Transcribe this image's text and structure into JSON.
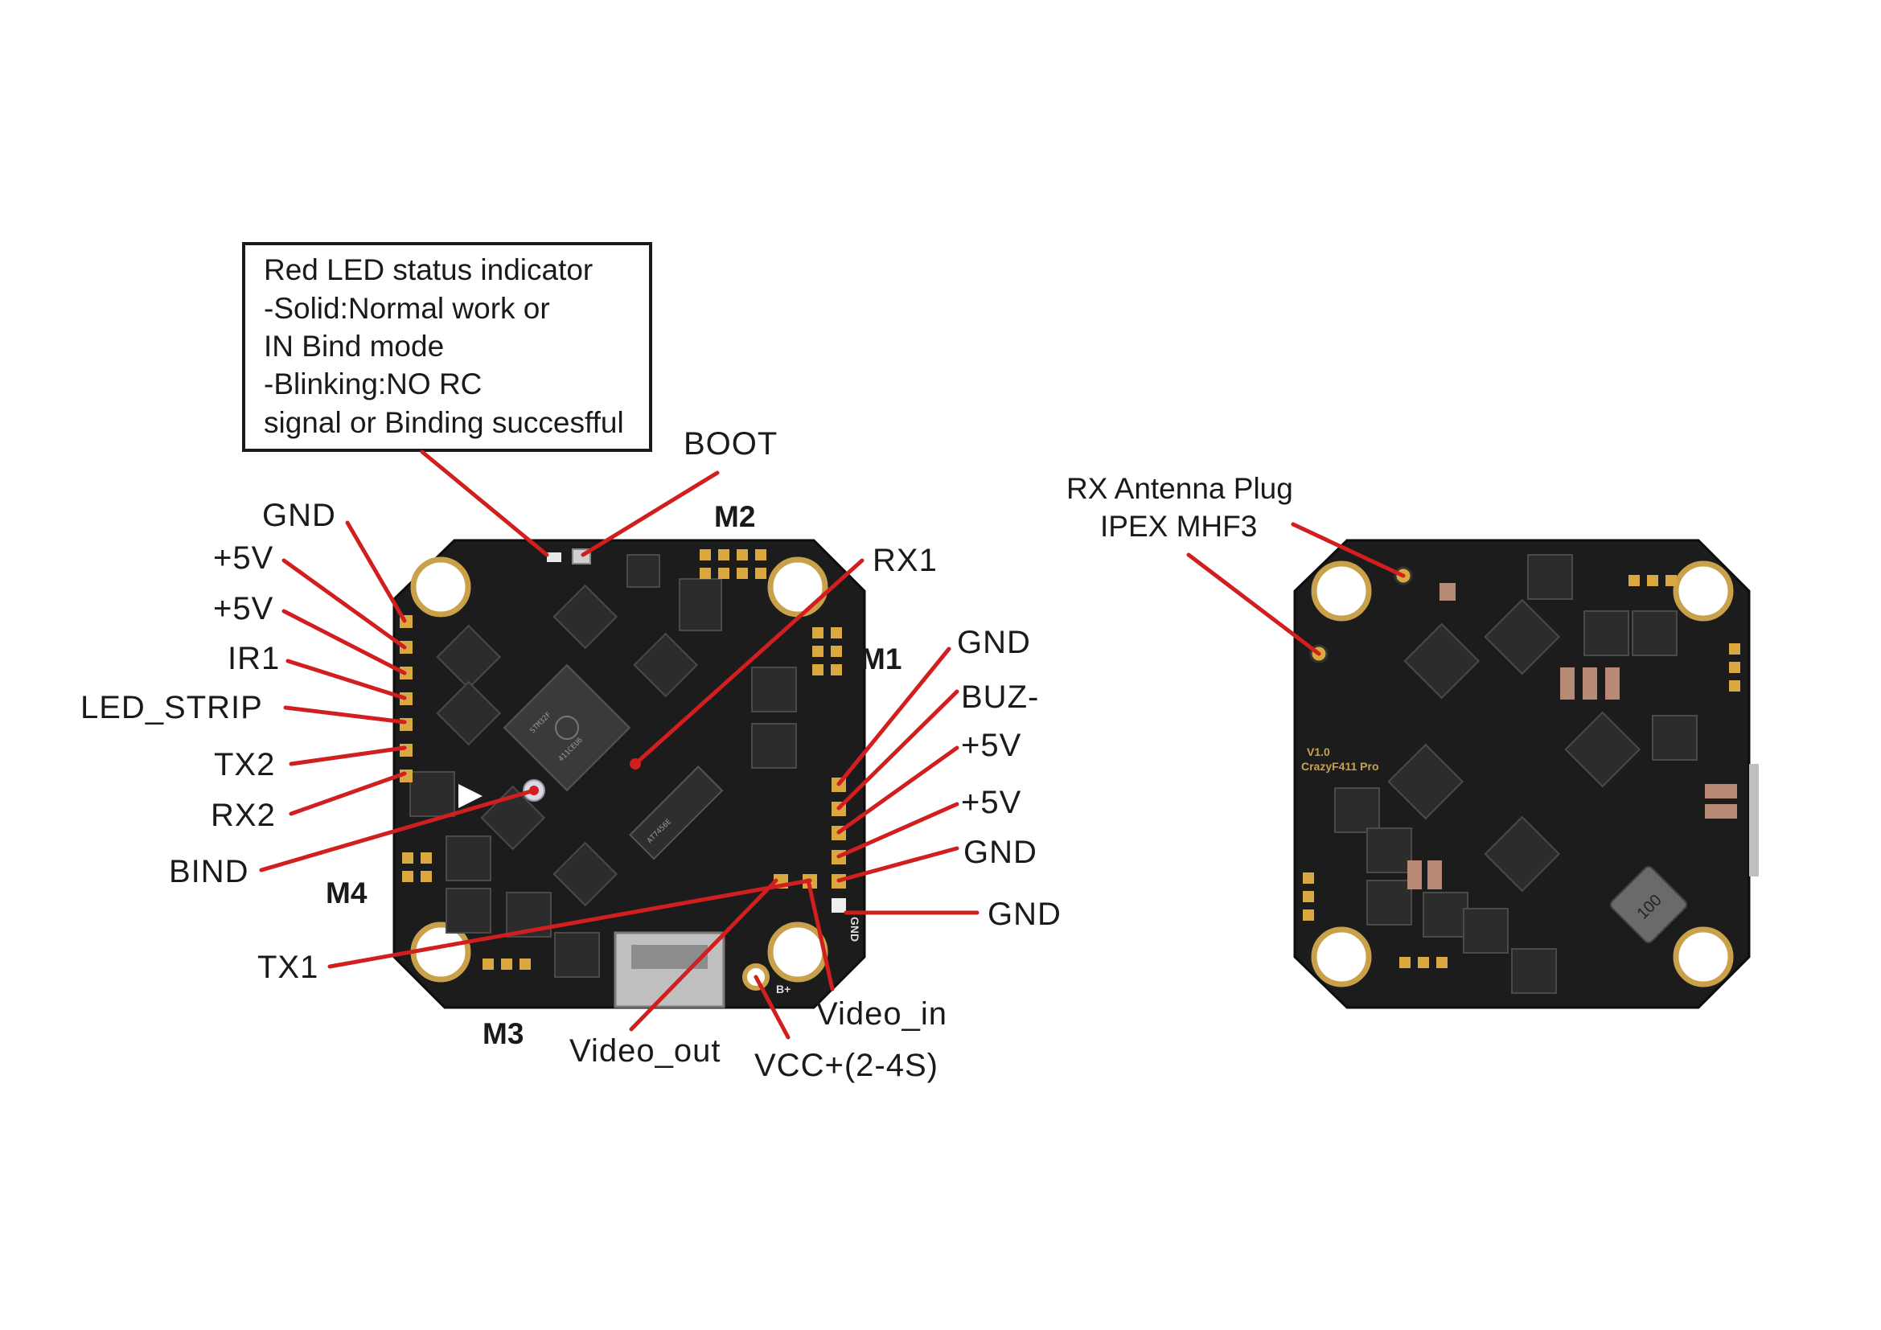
{
  "status_box": {
    "lines": [
      "Red LED status indicator",
      "-Solid:Normal work or",
      "IN Bind mode",
      "-Blinking:NO RC",
      "signal or Binding succesfful"
    ]
  },
  "front_board": {
    "motor_labels": {
      "m1": "M1",
      "m2": "M2",
      "m3": "M3",
      "m4": "M4"
    },
    "left_pins": [
      "GND",
      "+5V",
      "+5V",
      "IR1",
      "LED_STRIP",
      "TX2",
      "RX2"
    ],
    "other_labels": {
      "boot": "BOOT",
      "rx1": "RX1",
      "bind": "BIND",
      "tx1": "TX1",
      "video_out": "Video_out",
      "vcc": "VCC+(2-4S)",
      "video_in": "Video_in"
    },
    "right_pins": [
      "GND",
      "BUZ-",
      "+5V",
      "+5V",
      "GND",
      "GND"
    ],
    "silkscreen": {
      "gnd": "GND",
      "bplus": "B+"
    }
  },
  "back_board": {
    "antenna_label": [
      "RX Antenna Plug",
      "IPEX MHF3"
    ],
    "silkscreen": {
      "version": "V1.0",
      "model": "CrazyF411 Pro"
    },
    "inductor_mark": "100"
  },
  "colors": {
    "leader": "#d11f1f",
    "pcb": "#1c1c1c",
    "pad": "#d9a93f",
    "component": "#2a2a2a"
  }
}
